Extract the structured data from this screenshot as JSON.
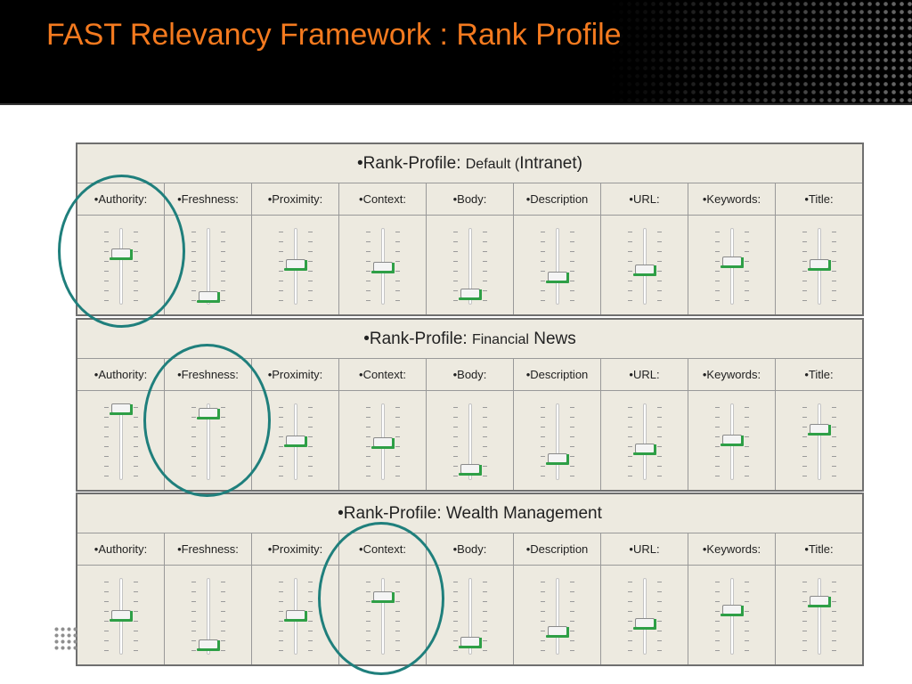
{
  "slide": {
    "title": "FAST Relevancy Framework : Rank Profile"
  },
  "columns": [
    "•Authority:",
    "•Freshness:",
    "•Proximity:",
    "•Context:",
    "•Body:",
    "•Description",
    "•URL:",
    "•Keywords:",
    "•Title:"
  ],
  "profiles": [
    {
      "title_parts": [
        {
          "text": "•Rank-Profile: ",
          "small": false
        },
        {
          "text": "Default (",
          "small": true
        },
        {
          "text": "Intranet)",
          "small": false
        }
      ],
      "levels": [
        0.7,
        0.05,
        0.54,
        0.5,
        0.1,
        0.34,
        0.46,
        0.57,
        0.54
      ],
      "highlighted_column": 0
    },
    {
      "title_parts": [
        {
          "text": "•Rank-Profile: ",
          "small": false
        },
        {
          "text": "Financial",
          "small": true
        },
        {
          "text": " News",
          "small": false
        }
      ],
      "levels": [
        1.0,
        0.94,
        0.52,
        0.5,
        0.1,
        0.26,
        0.4,
        0.54,
        0.7
      ],
      "highlighted_column": 1
    },
    {
      "title_parts": [
        {
          "text": "•Rank-Profile: Wealth Management",
          "small": false
        }
      ],
      "levels": [
        0.52,
        0.08,
        0.52,
        0.8,
        0.12,
        0.28,
        0.4,
        0.6,
        0.73
      ],
      "highlighted_column": 3
    }
  ]
}
